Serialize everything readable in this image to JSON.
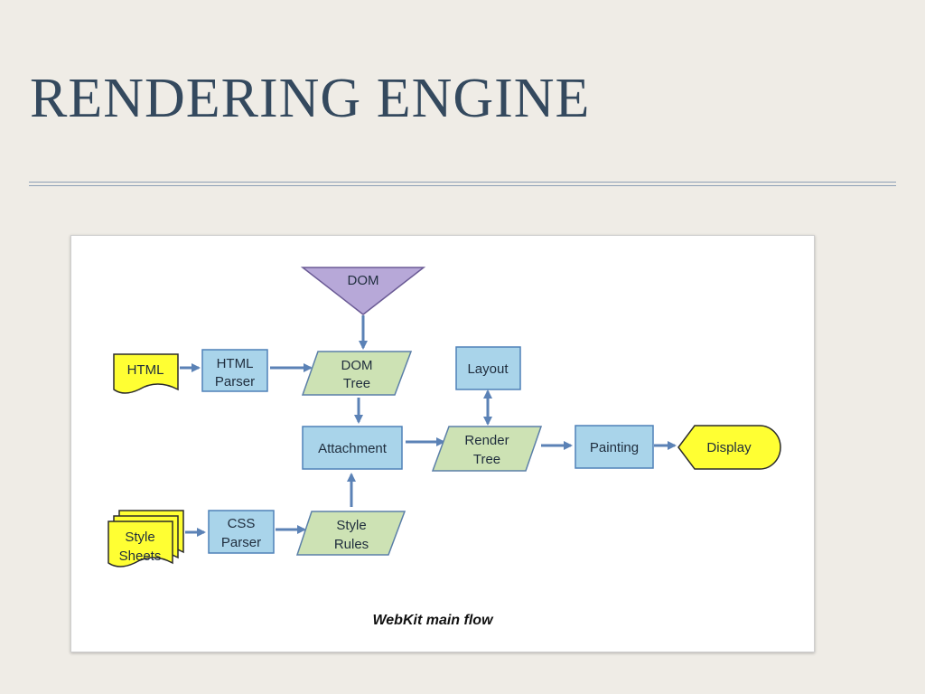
{
  "slide": {
    "title": "RENDERING ENGINE"
  },
  "diagram": {
    "caption": "WebKit main flow",
    "nodes": {
      "dom": {
        "label": "DOM"
      },
      "html": {
        "label": "HTML"
      },
      "html_parser": {
        "line1": "HTML",
        "line2": "Parser"
      },
      "dom_tree": {
        "line1": "DOM",
        "line2": "Tree"
      },
      "layout": {
        "label": "Layout"
      },
      "attachment": {
        "label": "Attachment"
      },
      "render_tree": {
        "line1": "Render",
        "line2": "Tree"
      },
      "painting": {
        "label": "Painting"
      },
      "display": {
        "label": "Display"
      },
      "style_sheets": {
        "line1": "Style",
        "line2": "Sheets"
      },
      "css_parser": {
        "line1": "CSS",
        "line2": "Parser"
      },
      "style_rules": {
        "line1": "Style",
        "line2": "Rules"
      }
    },
    "edges": [
      [
        "dom",
        "dom_tree"
      ],
      [
        "html",
        "html_parser"
      ],
      [
        "html_parser",
        "dom_tree"
      ],
      [
        "dom_tree",
        "attachment"
      ],
      [
        "attachment",
        "render_tree"
      ],
      [
        "render_tree",
        "layout"
      ],
      [
        "layout",
        "render_tree"
      ],
      [
        "render_tree",
        "painting"
      ],
      [
        "painting",
        "display"
      ],
      [
        "style_sheets",
        "css_parser"
      ],
      [
        "css_parser",
        "style_rules"
      ],
      [
        "style_rules",
        "attachment"
      ]
    ],
    "colors": {
      "process_fill": "#a9d4ea",
      "process_stroke": "#4f81b8",
      "data_fill": "#cde2b4",
      "data_stroke": "#5b7fa8",
      "doc_fill": "#ffff33",
      "doc_stroke": "#2b2b2b",
      "dom_fill": "#b7a8d8",
      "arrow": "#5b82b6"
    }
  }
}
